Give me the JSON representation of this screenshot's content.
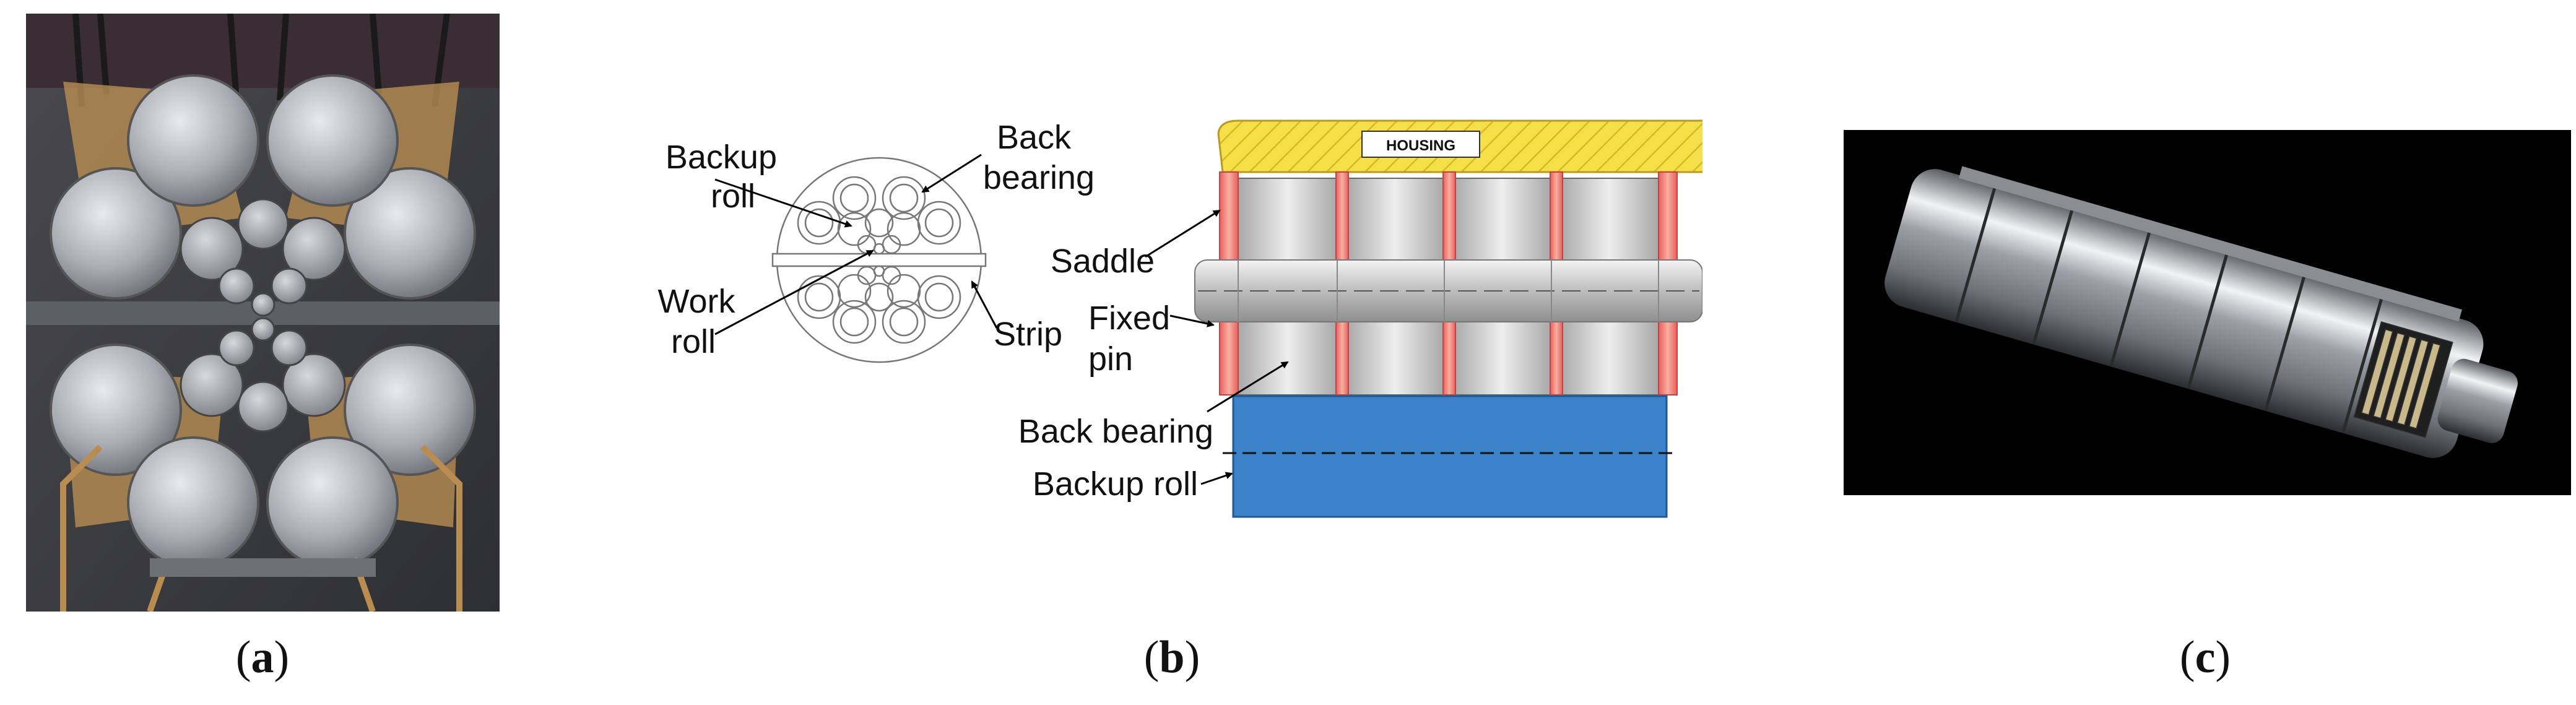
{
  "panels": {
    "a": {
      "caption_open": "(",
      "caption_letter": "a",
      "caption_close": ")"
    },
    "b": {
      "caption_open": "(",
      "caption_letter": "b",
      "caption_close": ")",
      "labels": {
        "backup_roll_1": "Backup",
        "backup_roll_2": "roll",
        "back_bearing_1": "Back",
        "back_bearing_2": "bearing",
        "work_roll_1": "Work",
        "work_roll_2": "roll",
        "strip": "Strip",
        "housing": "HOUSING",
        "saddle": "Saddle",
        "fixed_pin_1": "Fixed",
        "fixed_pin_2": "pin",
        "back_bearing_side": "Back bearing",
        "backup_roll_side": "Backup roll"
      },
      "colors": {
        "housing": "#f5e04a",
        "saddle": "#ef8080",
        "backup_roll": "#3b82c8",
        "bearing": "#d9d9d9"
      }
    },
    "c": {
      "caption_open": "(",
      "caption_letter": "c",
      "caption_close": ")"
    }
  }
}
